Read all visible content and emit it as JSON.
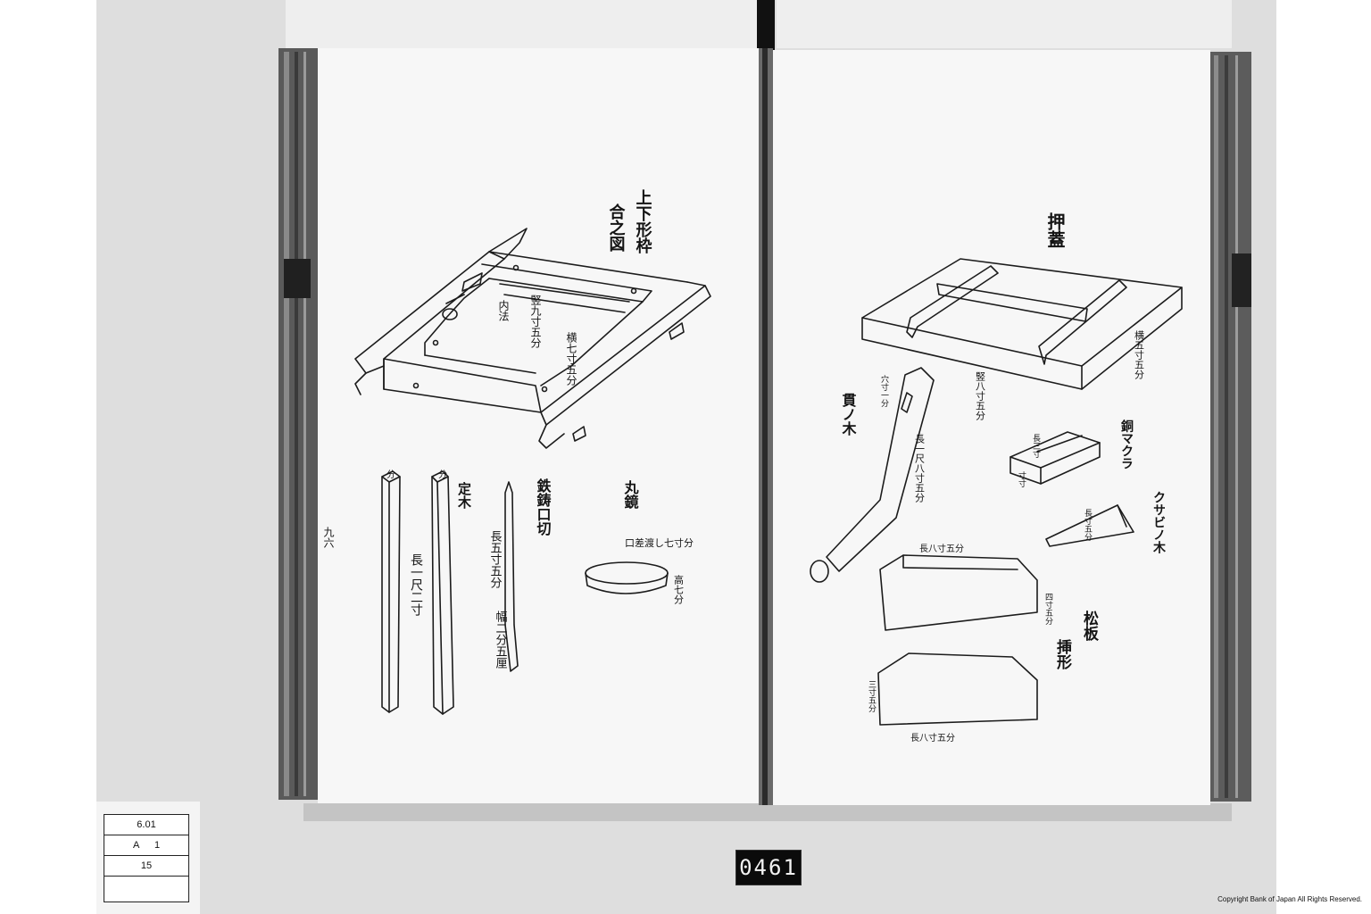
{
  "page_number": "九六",
  "left_page": {
    "frame_title": [
      "上下形枠",
      "合之図"
    ],
    "frame_dims": {
      "inner": "内法",
      "width": "竪九寸五分",
      "side": "横七寸五分"
    },
    "jogi": {
      "label": "定木",
      "tick_a": "分",
      "tick_b": "分",
      "length": "長一尺二寸"
    },
    "tetsu": {
      "label": "鉄鋳口切",
      "length": "長五寸五分",
      "width": "幅二分五厘"
    },
    "marukagami": {
      "label": "丸鏡",
      "diameter": "口差渡し七寸分",
      "height": "高七分"
    }
  },
  "right_page": {
    "oshibuta": {
      "label": "押蓋",
      "width": "横五寸五分",
      "length": "竪八寸五分"
    },
    "nuki": {
      "label": "貫ノ木",
      "top": "穴寸一分",
      "length": "長一尺八寸五分"
    },
    "dou": {
      "label": "銅マクラ",
      "dim_a": "長三寸",
      "dim_b": "寸寸"
    },
    "kusabi": {
      "label": "クサビノ木",
      "length": "長寸五分"
    },
    "matsu": {
      "label": "松板",
      "sub": "挿形",
      "top": "長八寸五分",
      "side": "四寸五分",
      "left": "三寸五分",
      "bottom": "長八寸五分"
    }
  },
  "archive_label": {
    "row1": "6.01",
    "row2_a": "A",
    "row2_b": "1",
    "row3": "15"
  },
  "frame_number": "0461",
  "copyright": "Copyright Bank of Japan All Rights Reserved."
}
